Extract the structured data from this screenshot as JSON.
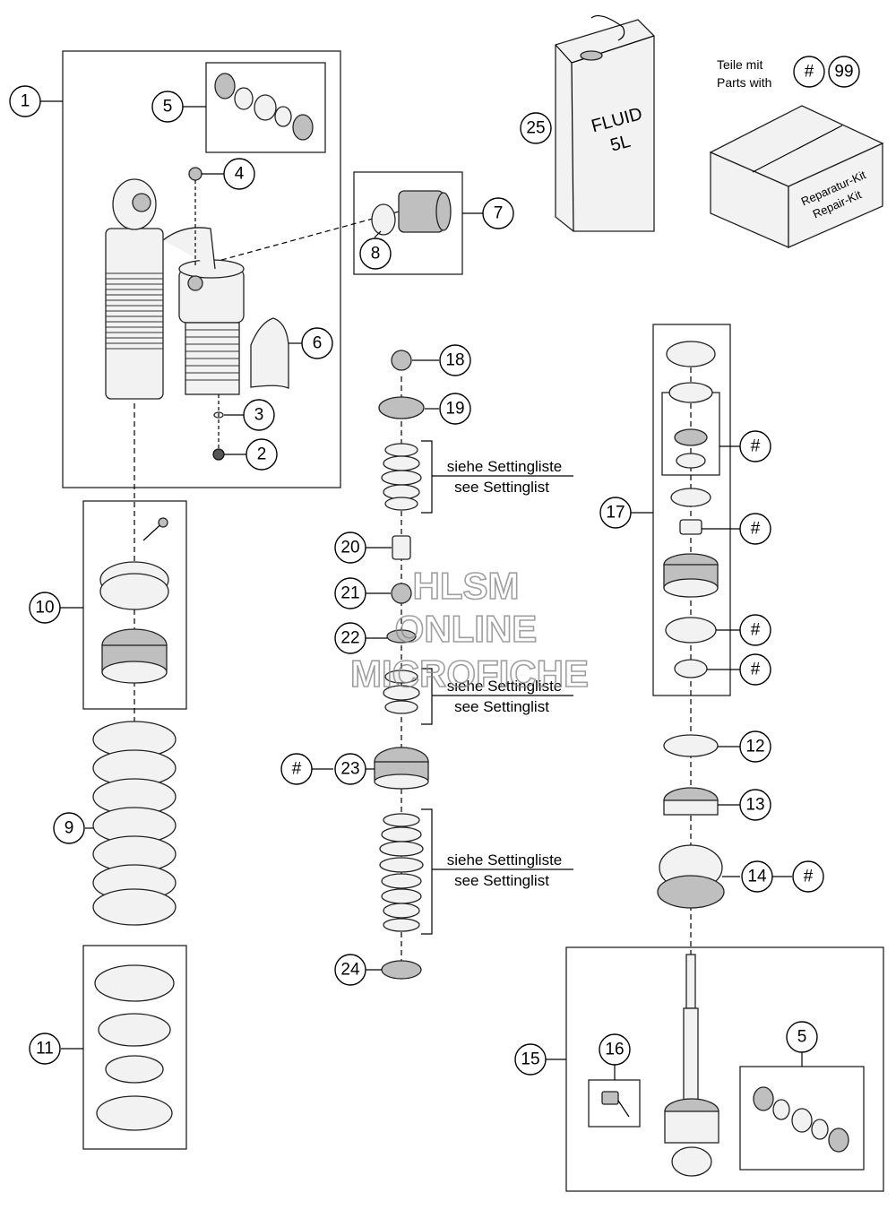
{
  "callouts": {
    "c1": "1",
    "c2": "2",
    "c3": "3",
    "c4": "4",
    "c5a": "5",
    "c5b": "5",
    "c6": "6",
    "c7": "7",
    "c8": "8",
    "c9": "9",
    "c10": "10",
    "c11": "11",
    "c12": "12",
    "c13": "13",
    "c14": "14",
    "c15": "15",
    "c16": "16",
    "c17": "17",
    "c18": "18",
    "c19": "19",
    "c20": "20",
    "c21": "21",
    "c22": "22",
    "c23": "23",
    "c24": "24",
    "c25": "25",
    "h1": "#",
    "h2": "#",
    "h3": "#",
    "h4": "#",
    "h5": "#",
    "h6": "#",
    "legend_hash": "#",
    "legend_99": "99"
  },
  "legend": {
    "line1": "Teile mit",
    "line2": "Parts with"
  },
  "setting_note": {
    "de": "siehe Settingliste",
    "en": "see Settinglist"
  },
  "fluid_can": {
    "line1": "FLUID",
    "line2": "5L"
  },
  "repair_kit": {
    "line1": "Reparatur-Kit",
    "line2": "Repair-Kit"
  },
  "watermark": {
    "line1": "HLSM",
    "line2": "ONLINE",
    "line3": "MICROFICHE"
  }
}
